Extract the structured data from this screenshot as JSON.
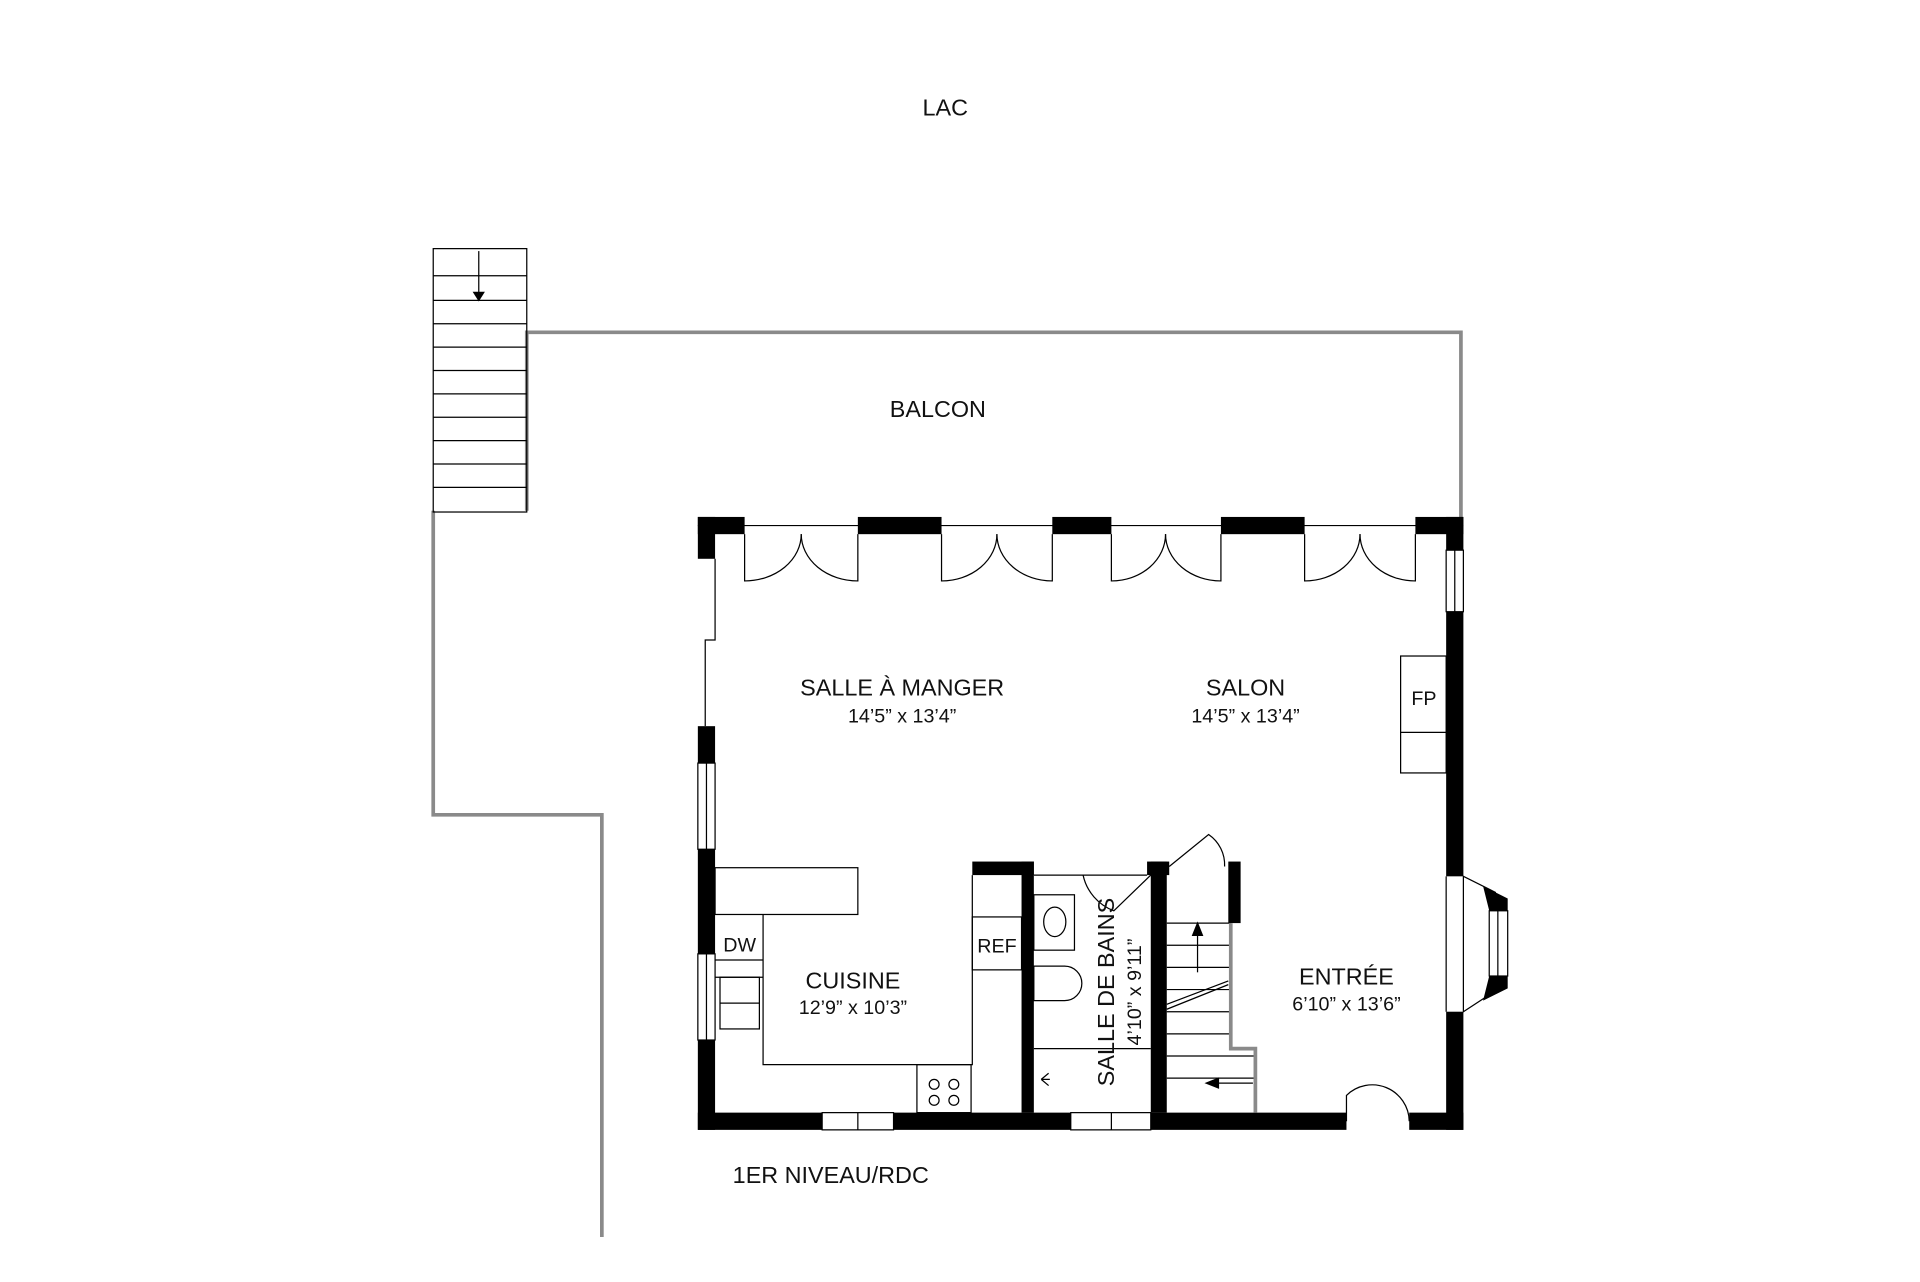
{
  "plan": {
    "lake_label": "LAC",
    "balcony_label": "BALCON",
    "level_label": "1ER NIVEAU/RDC",
    "rooms": {
      "dining": {
        "name": "SALLE À MANGER",
        "dims": "14’5” x 13’4”"
      },
      "living": {
        "name": "SALON",
        "dims": "14’5” x 13’4”"
      },
      "kitchen": {
        "name": "CUISINE",
        "dims": "12’9” x 10’3”"
      },
      "bathroom": {
        "name": "SALLE DE BAINS",
        "dims": "4’10” x 9’11”"
      },
      "entrance": {
        "name": "ENTRÉE",
        "dims": "6’10” x 13’6”"
      }
    },
    "fixtures": {
      "fireplace": "FP",
      "dishwasher": "DW",
      "refrigerator": "REF"
    },
    "colors": {
      "wall": "#000000",
      "exterior_line": "#8a8a8a"
    }
  }
}
